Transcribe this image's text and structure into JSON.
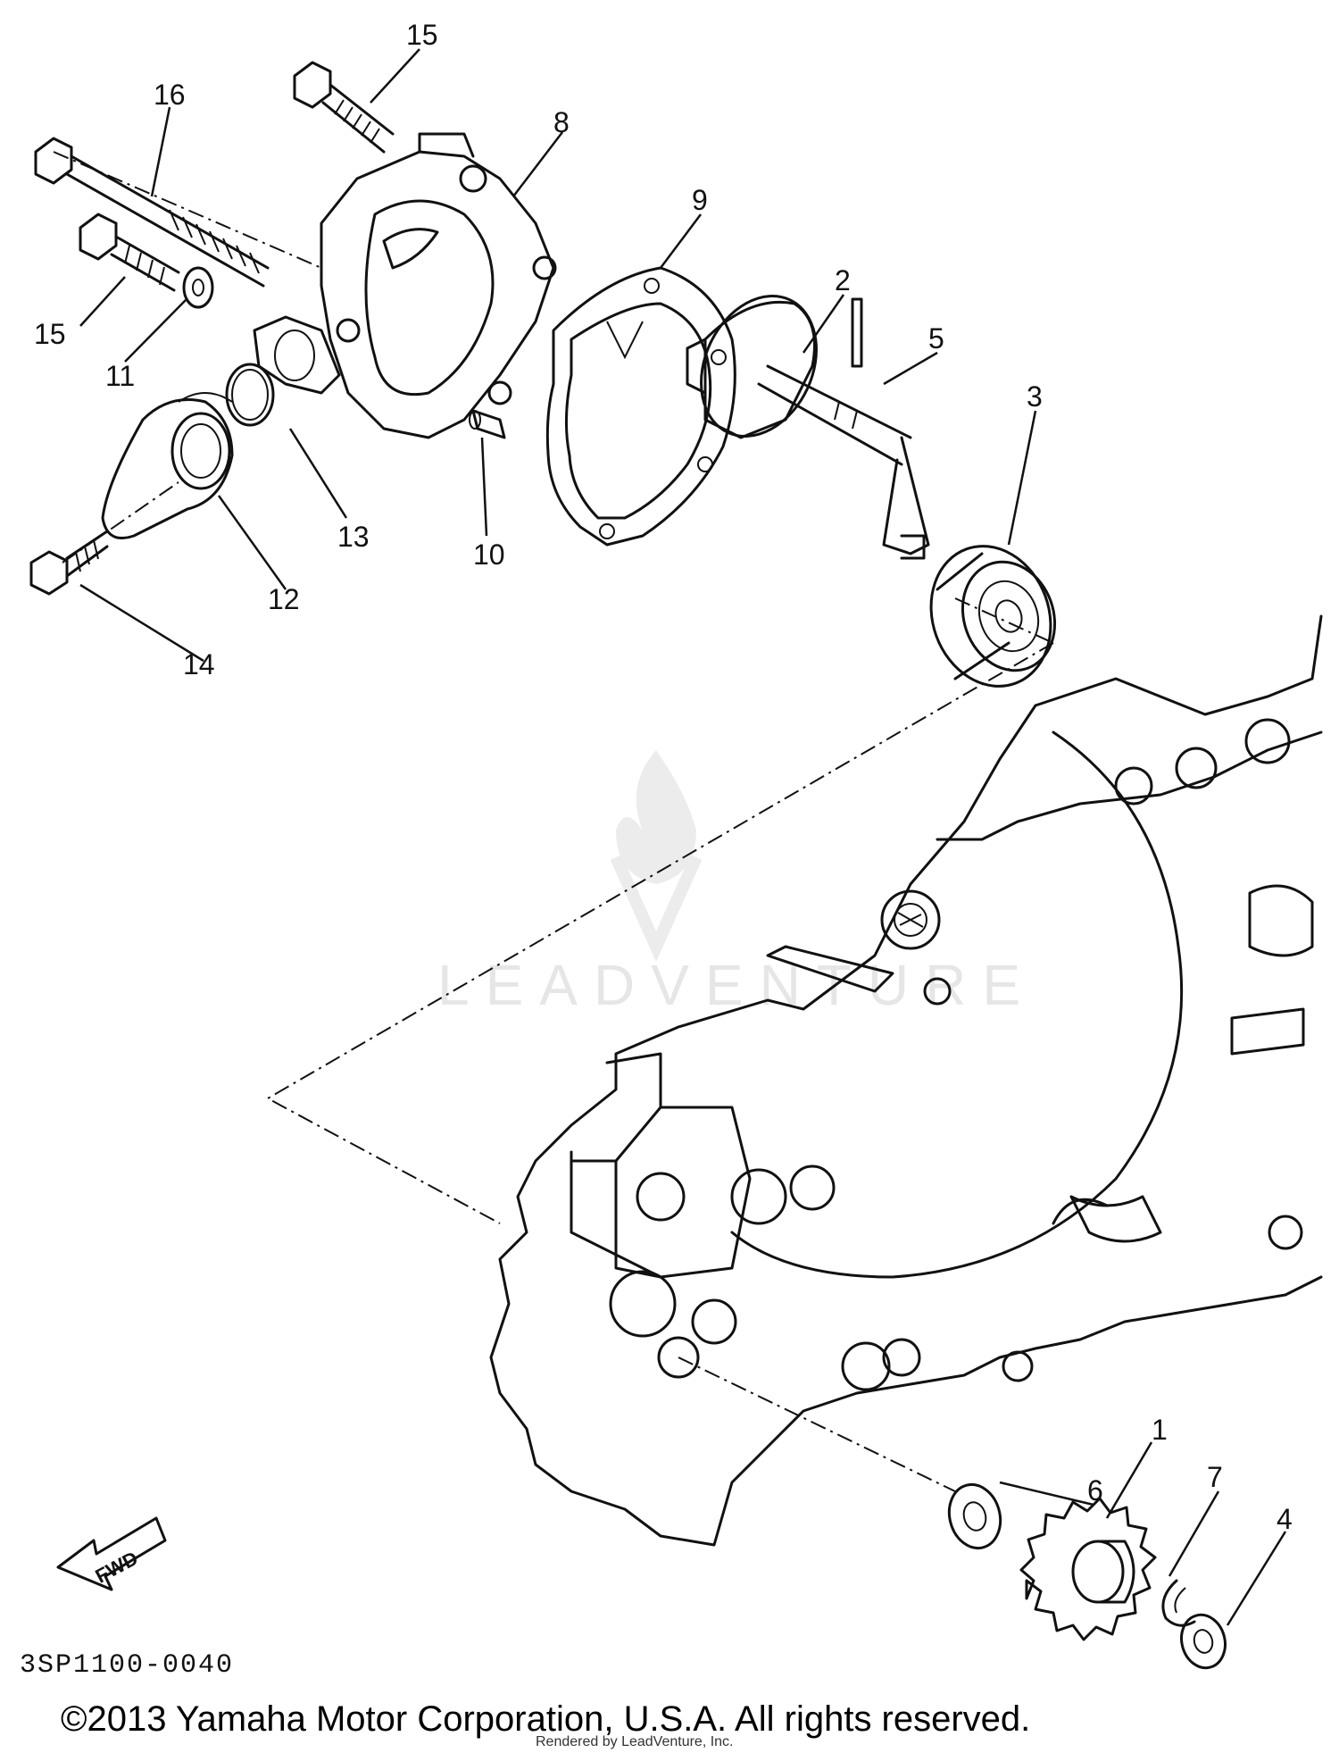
{
  "diagram": {
    "callouts": [
      {
        "id": "1",
        "label": "1"
      },
      {
        "id": "2",
        "label": "2"
      },
      {
        "id": "3",
        "label": "3"
      },
      {
        "id": "4",
        "label": "4"
      },
      {
        "id": "5",
        "label": "5"
      },
      {
        "id": "6",
        "label": "6"
      },
      {
        "id": "7",
        "label": "7"
      },
      {
        "id": "8",
        "label": "8"
      },
      {
        "id": "9",
        "label": "9"
      },
      {
        "id": "10",
        "label": "10"
      },
      {
        "id": "11",
        "label": "11"
      },
      {
        "id": "12",
        "label": "12"
      },
      {
        "id": "13",
        "label": "13"
      },
      {
        "id": "14",
        "label": "14"
      },
      {
        "id": "15a",
        "label": "15"
      },
      {
        "id": "15b",
        "label": "15"
      },
      {
        "id": "16",
        "label": "16"
      }
    ],
    "fwd_label": "FWD",
    "diagram_code": "3SP1100-0040",
    "watermark": "LEADVENTURE",
    "copyright": "©2013 Yamaha Motor Corporation, U.S.A. All rights reserved.",
    "rendered_by": "Rendered by LeadVenture, Inc."
  },
  "colors": {
    "line": "#111111",
    "background": "#ffffff",
    "watermark": "#e6e6e6"
  }
}
